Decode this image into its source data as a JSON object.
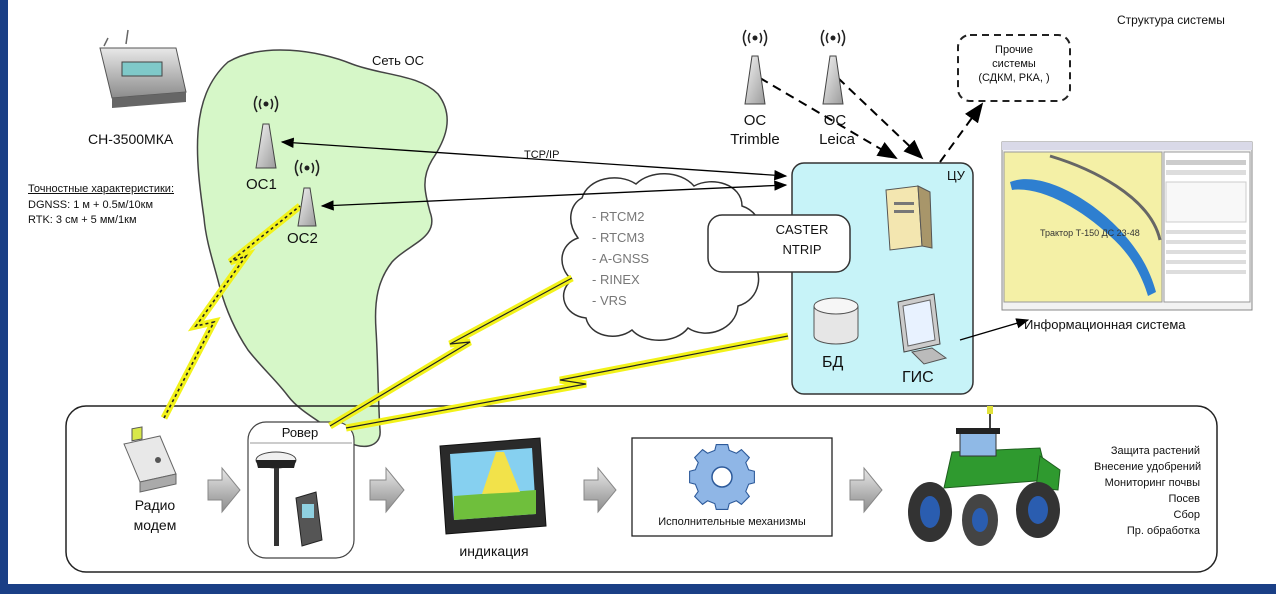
{
  "title": "Структура системы",
  "network_label": "Сеть ОС",
  "device_name": "СН-3500МКА",
  "accuracy": {
    "heading": "Точностные характеристики:",
    "dgnss": "DGNSS: 1 м + 0.5м/10км",
    "rtk": "RTK: 3 см + 5 мм/1км"
  },
  "stations": {
    "os1": "ОС1",
    "os2": "ОС2",
    "trimble_line1": "ОС",
    "trimble_line2": "Trimble",
    "leica_line1": "ОС",
    "leica_line2": "Leica"
  },
  "other_systems": [
    "Прочие",
    "системы",
    "(СДКМ, РКА, )"
  ],
  "tcp_label": "TCP/IP",
  "protocols": [
    "- RTCM2",
    "- RTCM3",
    "- A-GNSS",
    "- RINEX",
    "- VRS"
  ],
  "center": {
    "label": "ЦУ",
    "caster_line1": "CASTER",
    "caster_line2": "NTRIP",
    "db": "БД",
    "gis": "ГИС"
  },
  "info_system_label": "Информационная система",
  "screenshot_text": "Трактор Т-150 ДС 23-48",
  "rover_label": "Ровер",
  "radio_modem": [
    "Радио",
    "модем"
  ],
  "indication_label": "индикация",
  "actuators_label": "Исполнительные механизмы",
  "operations": [
    "Защита растений",
    "Внесение удобрений",
    "Мониторинг почвы",
    "Посев",
    "Сбор",
    "Пр. обработка"
  ],
  "colors": {
    "network_fill": "#d6f7c8",
    "center_fill": "#c7f3f8",
    "lightning": "#f2f21a",
    "frame_bg": "#1a3f86"
  }
}
